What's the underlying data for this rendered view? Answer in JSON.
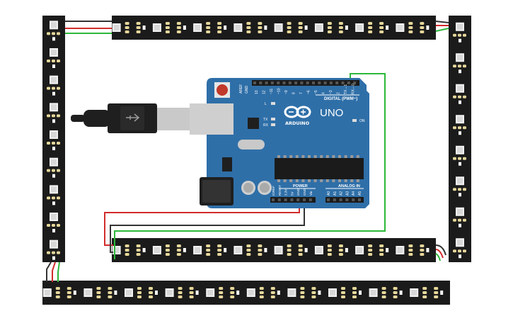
{
  "board": {
    "brand": "ARDUINO",
    "model": "UNO",
    "digital_label": "DIGITAL (PWM~)",
    "power_label": "POWER",
    "analog_label": "ANALOG IN",
    "on_label": "ON",
    "tx_label": "TX",
    "rx_label": "RX",
    "l_label": "L",
    "aref_label": "AREF",
    "gnd_label": "GND",
    "digital_pins": [
      "13",
      "12",
      "~11",
      "~10",
      "~9",
      "8",
      "7",
      "~6",
      "~5",
      "4",
      "~3",
      "2",
      "TX→1",
      "RX←0"
    ],
    "power_pins": [
      "IOREF",
      "RESET",
      "3.3V",
      "5V",
      "GND",
      "GND",
      "Vin"
    ],
    "analog_pins": [
      "A0",
      "A1",
      "A2",
      "A3",
      "A4",
      "A5"
    ]
  },
  "strips": [
    {
      "id": "top",
      "orientation": "horizontal",
      "led_count": 8
    },
    {
      "id": "left",
      "orientation": "vertical",
      "led_count": 9
    },
    {
      "id": "right",
      "orientation": "vertical",
      "led_count": 8
    },
    {
      "id": "middle",
      "orientation": "horizontal",
      "led_count": 8
    },
    {
      "id": "bottom",
      "orientation": "horizontal",
      "led_count": 10
    }
  ],
  "wire_colors": {
    "power": "#d22c2c",
    "ground": "#333333",
    "data": "#2eb83a"
  },
  "colors": {
    "board": "#2f6fa8",
    "strip": "#1b1b1b",
    "led_body": "#f2f2f2",
    "pad": "#e6d79a",
    "usb_cable": "#1f1f1f",
    "usb_plug": "#c9c9c9"
  },
  "icons": [
    "usb-cable-icon",
    "arduino-logo-icon",
    "reset-button-icon"
  ]
}
